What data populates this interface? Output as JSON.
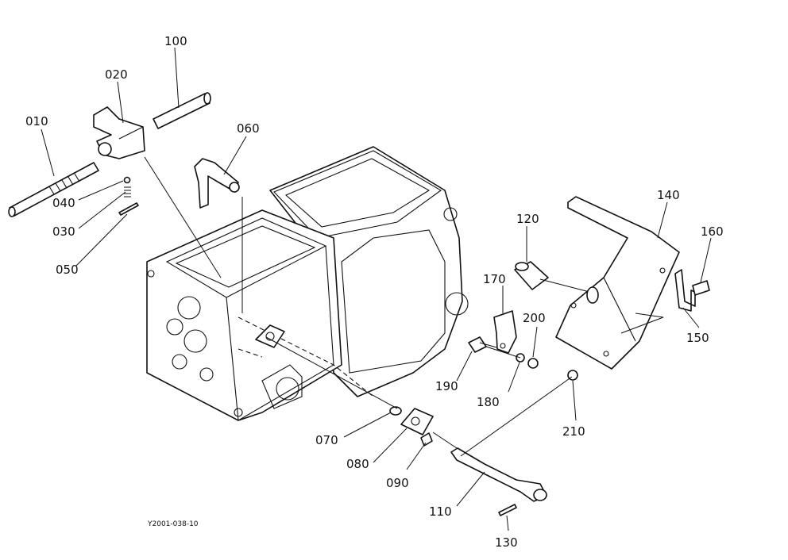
{
  "diagram": {
    "code": "Y2001-038-10",
    "parts": [
      {
        "num": "010"
      },
      {
        "num": "020"
      },
      {
        "num": "030"
      },
      {
        "num": "040"
      },
      {
        "num": "050"
      },
      {
        "num": "060"
      },
      {
        "num": "070"
      },
      {
        "num": "080"
      },
      {
        "num": "090"
      },
      {
        "num": "100"
      },
      {
        "num": "110"
      },
      {
        "num": "120"
      },
      {
        "num": "130"
      },
      {
        "num": "140"
      },
      {
        "num": "150"
      },
      {
        "num": "160"
      },
      {
        "num": "170"
      },
      {
        "num": "180"
      },
      {
        "num": "190"
      },
      {
        "num": "200"
      },
      {
        "num": "210"
      }
    ]
  }
}
